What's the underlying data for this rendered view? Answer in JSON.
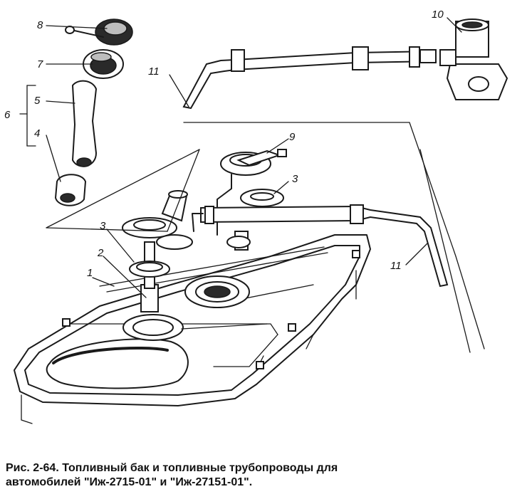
{
  "caption": {
    "line1": "Рис. 2-64. Топливный бак и топливные трубопроводы для",
    "line2": "автомобилей \"Иж-2715-01\" и \"Иж-27151-01\"."
  },
  "labels": {
    "n1": "1",
    "n2": "2",
    "n3a": "3",
    "n3b": "3",
    "n4": "4",
    "n5": "5",
    "n6": "6",
    "n7": "7",
    "n8": "8",
    "n9": "9",
    "n10": "10",
    "n11a": "11",
    "n11b": "11"
  }
}
